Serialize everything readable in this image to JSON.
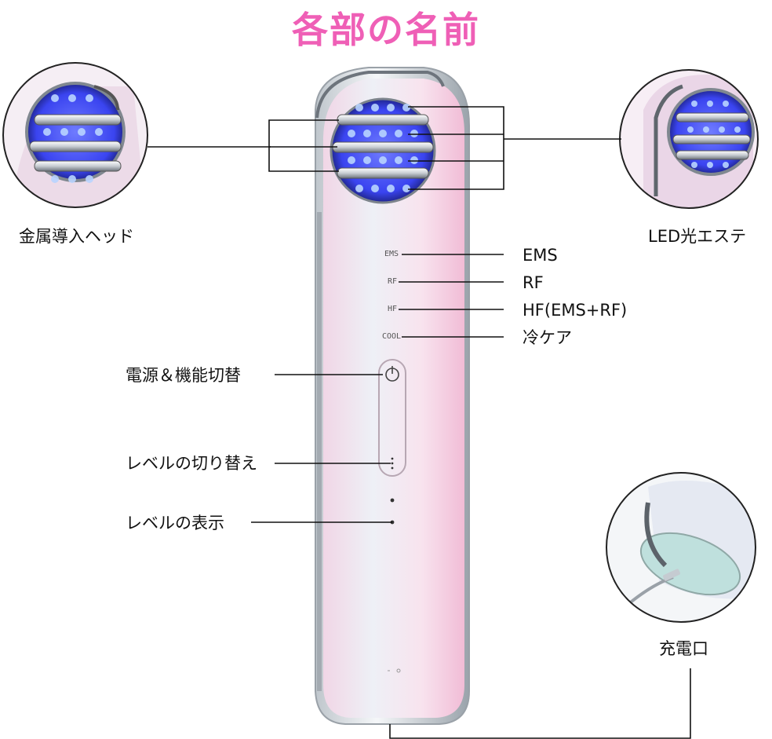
{
  "title": "各部の名前",
  "colors": {
    "title": "#ef5fb6",
    "led": "#3d4cff",
    "body_pink": "#f4cde2",
    "body_silver": "#e8ecf0",
    "line": "#111111"
  },
  "labels": {
    "metal_head": "金属導入ヘッド",
    "led_esthe": "LED光エステ",
    "ems": "EMS",
    "rf": "RF",
    "hf": "HF(EMS+RF)",
    "cool": "冷ケア",
    "power": "電源＆機能切替",
    "level_switch": "レベルの切り替え",
    "level_display": "レベルの表示",
    "charge_port": "充電口"
  },
  "device_marks": {
    "ems": "EMS",
    "rf": "RF",
    "hf": "HF",
    "cool": "COOL"
  }
}
